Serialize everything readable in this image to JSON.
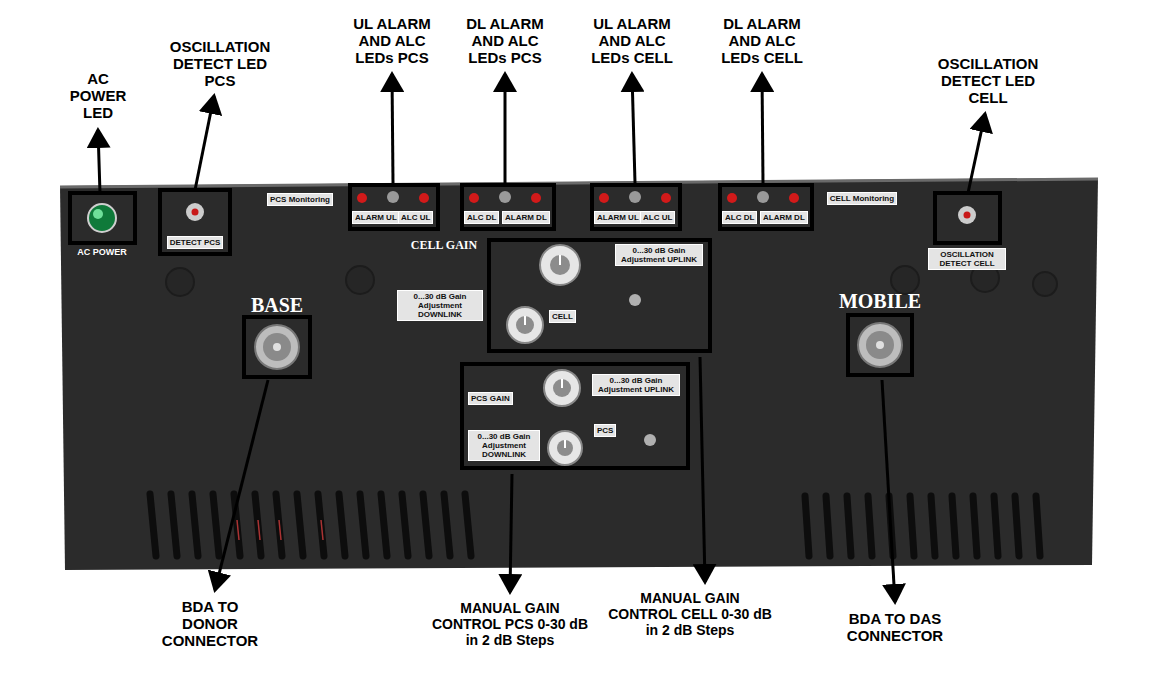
{
  "diagram": {
    "nodes": [
      {
        "text": [
          "ALARM UL",
          "ALC UL"
        ]
      },
      {
        "text": [
          "ALC DL",
          "ALARM DL"
        ]
      },
      {
        "text": [
          "ALARM UL",
          "ALC UL"
        ]
      },
      {
        "text": [
          "ALC DL",
          "ALARM DL"
        ]
      },
      {
        "text": [
          "0...30 dB Gain Adjustment UPLINK",
          "CELL"
        ]
      },
      {
        "text": [
          "PCS GAIN",
          "0...30 dB Gain Adjustment UPLINK",
          "PCS",
          "0...30 dB Gain Adjustment DOWNLINK"
        ]
      }
    ],
    "labels": [
      "AC POWER LED",
      "OSCILLATION DETECT LED PCS",
      "UL ALARM AND ALC LEDs PCS",
      "DL ALARM AND ALC LEDs PCS",
      "UL ALARM AND ALC LEDs CELL",
      "DL ALARM AND ALC LEDs CELL",
      "OSCILLATION DETECT LED CELL",
      "AC POWER",
      "DETECT PCS",
      "PCS Monitoring",
      "CELL Monitoring",
      "OSCILLATION DETECT CELL",
      "CELL GAIN",
      "0...30 dB Gain Adjustment DOWNLINK",
      "BASE",
      "MOBILE",
      "BDA TO DONOR CONNECTOR",
      "MANUAL GAIN CONTROL PCS 0-30 dB in 2 dB Steps",
      "MANUAL GAIN CONTROL CELL 0-30 dB in 2 dB Steps",
      "BDA TO DAS CONNECTOR"
    ]
  }
}
